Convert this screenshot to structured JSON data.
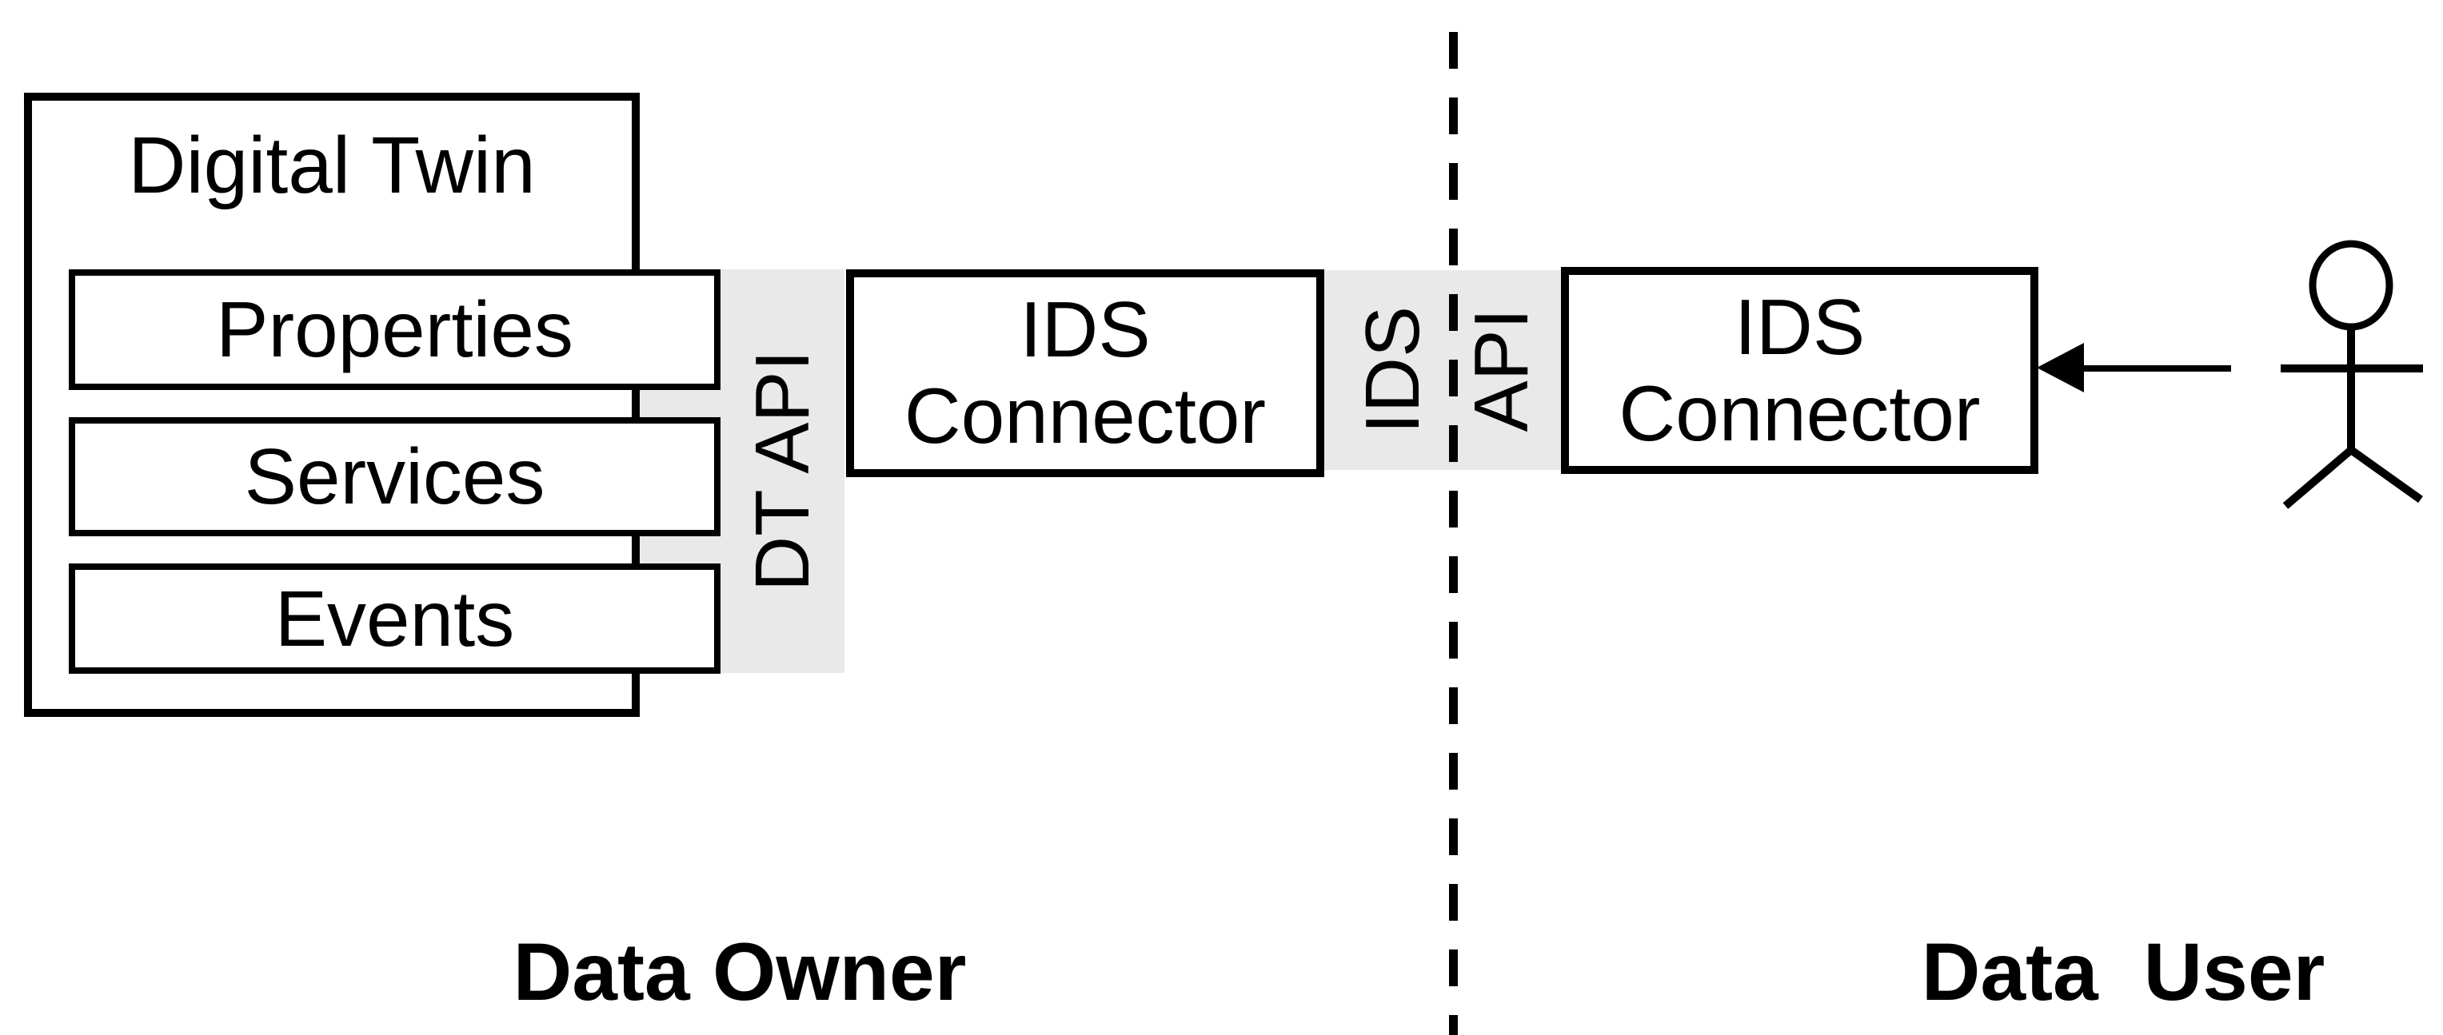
{
  "canvas": {
    "background": "#ffffff",
    "line_color": "#000000",
    "band_color": "#e9e9e9"
  },
  "digital_twin": {
    "title": "Digital Twin",
    "components": [
      {
        "label": "Properties"
      },
      {
        "label": "Services"
      },
      {
        "label": "Events"
      }
    ]
  },
  "apis": {
    "dt_api": "DT API",
    "ids": "IDS",
    "api": "API"
  },
  "connectors": {
    "provider": {
      "line1": "IDS",
      "line2": "Connector"
    },
    "consumer": {
      "line1": "IDS",
      "line2": "Connector"
    }
  },
  "roles": {
    "owner": "Data Owner",
    "user": "Data  User"
  },
  "icons": {
    "actor": "person-stick-figure",
    "arrow": "arrow-left",
    "boundary": "dashed-vertical-line"
  }
}
